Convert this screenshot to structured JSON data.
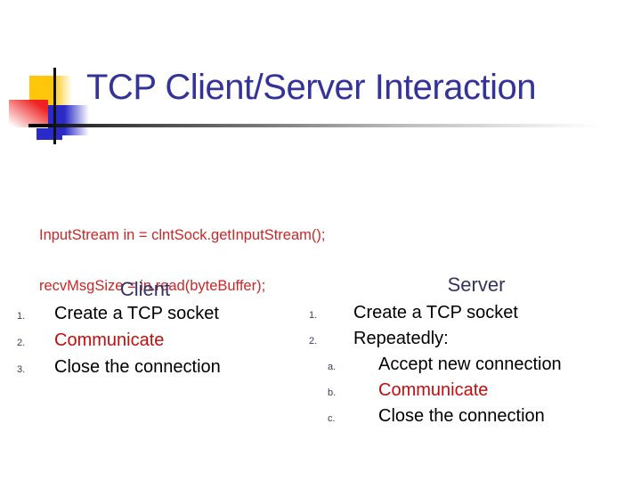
{
  "title": "TCP Client/Server Interaction",
  "code": {
    "line1": "InputStream in = clntSock.getInputStream();",
    "line2": "recvMsgSize = in.read(byteBuffer);"
  },
  "client": {
    "heading": "Client",
    "items": [
      {
        "marker": "1.",
        "text": "Create a TCP socket",
        "highlight": false
      },
      {
        "marker": "2.",
        "text": "Communicate",
        "highlight": true
      },
      {
        "marker": "3.",
        "text": "Close the connection",
        "highlight": false
      }
    ]
  },
  "server": {
    "heading": "Server",
    "items": [
      {
        "marker": "1.",
        "text": "Create a TCP socket",
        "sub": false,
        "highlight": false
      },
      {
        "marker": "2.",
        "text": "Repeatedly:",
        "sub": false,
        "highlight": false
      },
      {
        "marker": "a.",
        "text": "Accept new connection",
        "sub": true,
        "highlight": false
      },
      {
        "marker": "b.",
        "text": "Communicate",
        "sub": true,
        "highlight": true
      },
      {
        "marker": "c.",
        "text": "Close the connection",
        "sub": true,
        "highlight": false
      }
    ]
  },
  "colors": {
    "title": "#333399",
    "heading": "#333366",
    "code": "#CC2626",
    "highlight": "#C00E0E",
    "body": "#000000",
    "marker": "#3A3A5C",
    "ornament_yellow": "#FFC60B",
    "ornament_red": "#EE2222",
    "ornament_blue": "#2A2AC8",
    "line": "#111111"
  }
}
